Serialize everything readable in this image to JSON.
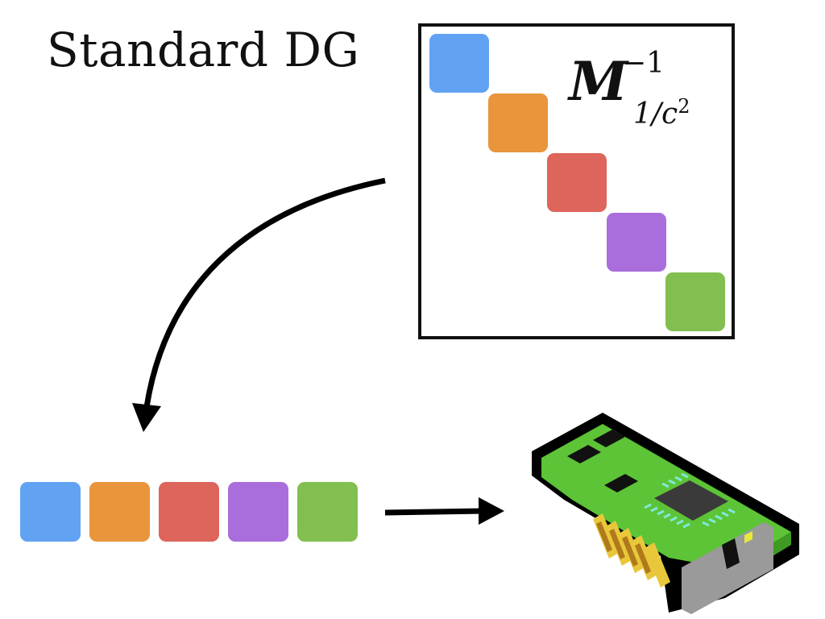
{
  "title": "Standard DG",
  "matrix_label": {
    "symbol": "M",
    "superscript": "−1",
    "subscript": "1/c",
    "subscript_power": "2"
  },
  "block_colors": [
    "#62a2f3",
    "#e8953b",
    "#dd655b",
    "#a96edc",
    "#82bf50"
  ],
  "device": {
    "icon": "network-card-icon",
    "board_color": "#5cc436",
    "chip_color": "#3a3a3a",
    "pin_color": "#7ee8d8",
    "contact_color": "#e8c83a",
    "bracket_color": "#9a9a9a"
  }
}
